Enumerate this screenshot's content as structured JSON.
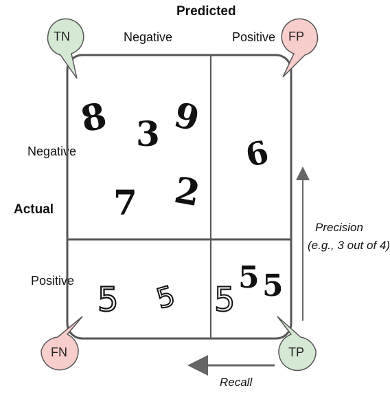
{
  "header": {
    "predicted": "Predicted",
    "negative": "Negative",
    "positive": "Positive"
  },
  "side": {
    "actual": "Actual",
    "negative": "Negative",
    "positive": "Positive"
  },
  "bubbles": {
    "tn": "TN",
    "fp": "FP",
    "fn": "FN",
    "tp": "TP"
  },
  "annotations": {
    "precision_line1": "Precision",
    "precision_line2": "(e.g., 3 out of 4)",
    "recall": "Recall"
  },
  "cells": {
    "tn_digits": [
      "8",
      "3",
      "9",
      "7",
      "2"
    ],
    "fp_digits": [
      "6"
    ],
    "fn_digits": [
      "5",
      "5"
    ],
    "tp_digits": [
      "5",
      "5",
      "5"
    ]
  },
  "colors": {
    "green_bubble": "#d5e8d4",
    "red_bubble": "#f8cecc",
    "border": "#555555",
    "arrow": "#666666"
  }
}
